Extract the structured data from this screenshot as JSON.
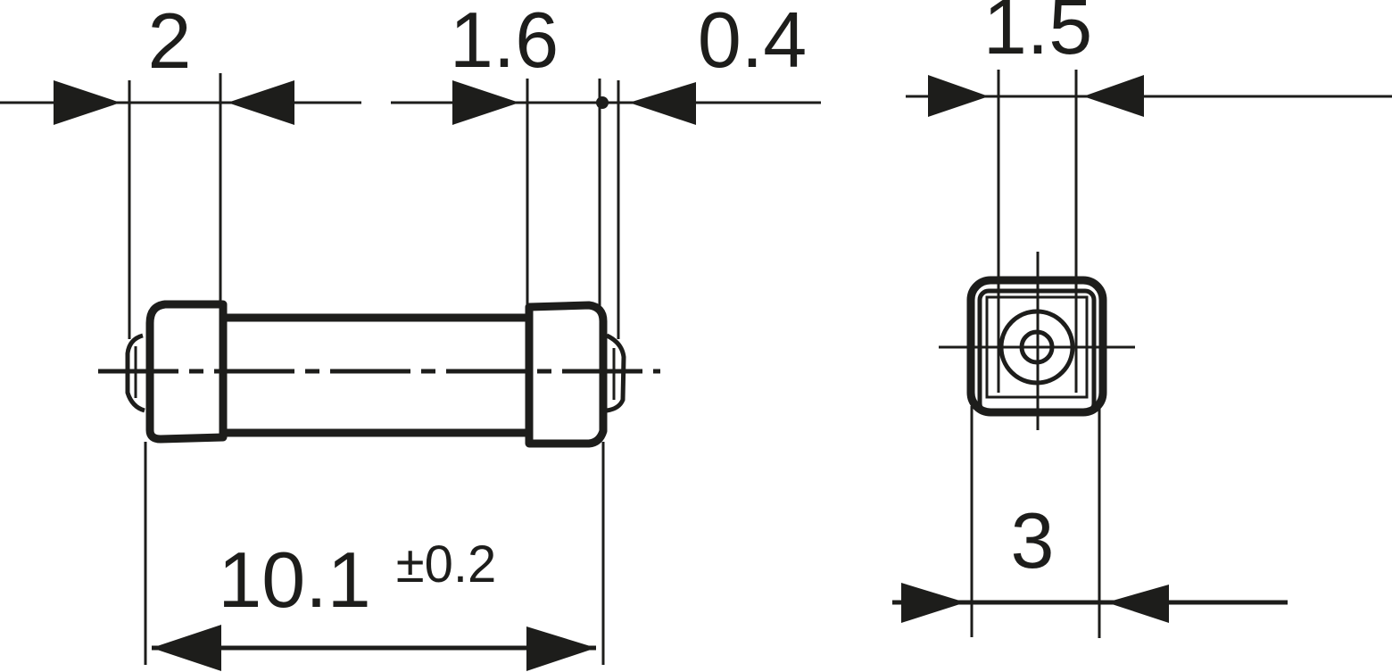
{
  "drawing": {
    "ink_color": "#1d1d1b",
    "background": "#ffffff",
    "side_view": {
      "dimensions": {
        "cap_width": "2",
        "pin_offset": "1.6",
        "lead_thickness": "0.4",
        "overall_length": "10.1",
        "overall_length_tolerance": "±0.2"
      }
    },
    "end_view": {
      "dimensions": {
        "pin_width": "1.5",
        "body_width": "3"
      }
    }
  }
}
